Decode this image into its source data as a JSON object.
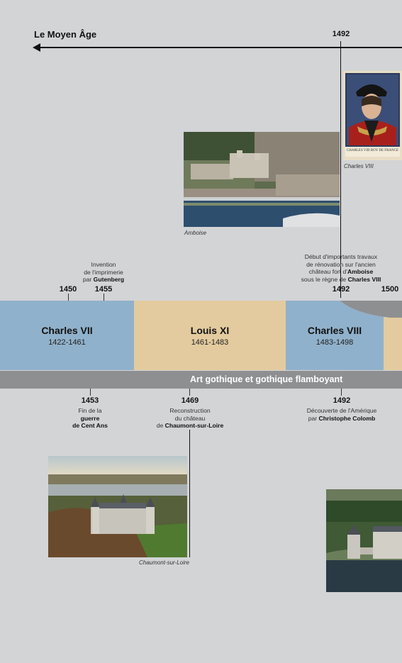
{
  "header": {
    "era_title": "Le Moyen Âge",
    "year_top": "1492"
  },
  "top_events": {
    "gutenberg": {
      "l1": "Invention",
      "l2": "de l'imprimerie",
      "l3_pre": "par ",
      "l3_bold": "Gutenberg"
    },
    "amboise": {
      "l1": "Début d'importants travaux",
      "l2": "de rénovation sur l'ancien",
      "l3_pre": "château fort d'",
      "l3_bold": "Amboise",
      "l4_pre": "sous le règne de ",
      "l4_bold": "Charles VIII"
    }
  },
  "years_upper": {
    "y1450": "1450",
    "y1455": "1455",
    "y1492": "1492",
    "y1500": "1500"
  },
  "reigns": [
    {
      "name": "Charles VII",
      "years": "1422-1461",
      "color": "#90b1cb"
    },
    {
      "name": "Louis XI",
      "years": "1461-1483",
      "color": "#e3cb9f"
    },
    {
      "name": "Charles VIII",
      "years": "1483-1498",
      "color": "#90b1cb"
    }
  ],
  "art_band": {
    "label": "Art gothique et gothique flamboyant"
  },
  "years_lower": {
    "y1453": "1453",
    "y1469": "1469",
    "y1492": "1492"
  },
  "bottom_events": {
    "cent_ans": {
      "l1": "Fin de la",
      "l2_bold": "guerre",
      "l3_bold": "de Cent Ans"
    },
    "chaumont": {
      "l1": "Reconstruction",
      "l2": "du château",
      "l3_pre": "de ",
      "l3_bold": "Chaumont-sur-Loire"
    },
    "amerique": {
      "l1": "Découverte de l'Amérique",
      "l2_pre": "par ",
      "l2_bold": "Christophe Colomb"
    }
  },
  "captions": {
    "amboise": "Amboise",
    "charles_viii": "Charles VIII",
    "chaumont": "Chaumont-sur-Loire"
  },
  "portrait_inscription": "CHARLES VIII ROY DE FRANCE"
}
